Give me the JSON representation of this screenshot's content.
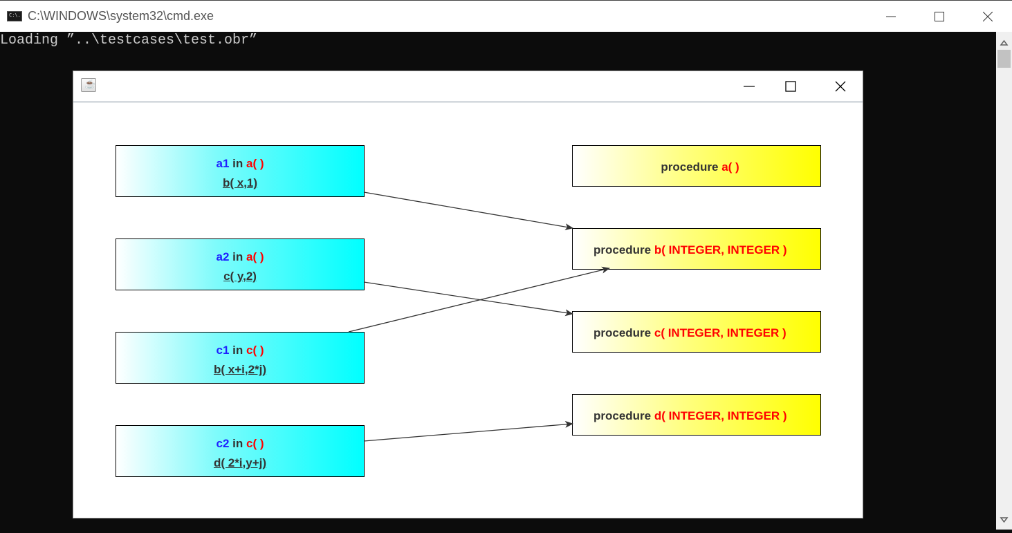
{
  "cmd": {
    "title": "C:\\WINDOWS\\system32\\cmd.exe",
    "icon_text": "C:\\.",
    "console_line": "Loading ”..\\testcases\\test.obr”"
  },
  "java_window": {
    "icon": "java-coffee-icon"
  },
  "callers": [
    {
      "name": "a1",
      "in_word": "in",
      "proc": "a( )",
      "call": "b( x,1)"
    },
    {
      "name": "a2",
      "in_word": "in",
      "proc": "a( )",
      "call": "c( y,2)"
    },
    {
      "name": "c1",
      "in_word": "in",
      "proc": "c( )",
      "call": "b( x+i,2*j)"
    },
    {
      "name": "c2",
      "in_word": "in",
      "proc": "c( )",
      "call": "d( 2*i,y+j)"
    }
  ],
  "procedures": [
    {
      "keyword": "procedure",
      "signature": "a( )"
    },
    {
      "keyword": "procedure",
      "signature": "b( INTEGER, INTEGER )"
    },
    {
      "keyword": "procedure",
      "signature": "c( INTEGER, INTEGER )"
    },
    {
      "keyword": "procedure",
      "signature": "d( INTEGER, INTEGER )"
    }
  ],
  "colors": {
    "caller_name": "#1f1fff",
    "proc_name": "#ff0000",
    "caller_fill": "#00ffff",
    "proc_fill": "#ffff00"
  }
}
